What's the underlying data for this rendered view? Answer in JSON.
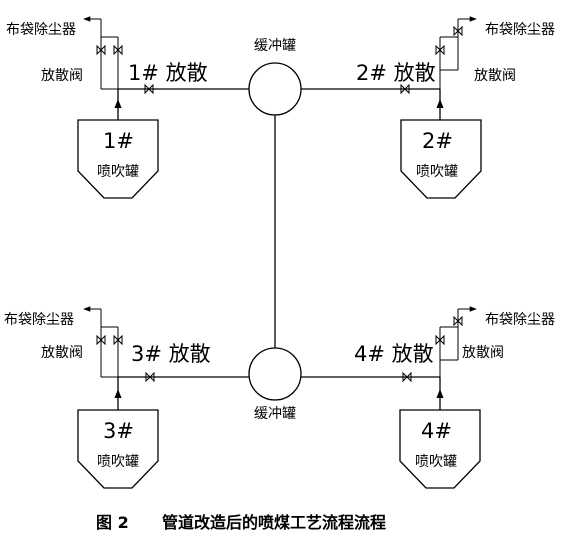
{
  "caption": {
    "figure_number": "图 2",
    "text": "管道改造后的喷煤工艺流程流程"
  },
  "buffer_tanks": [
    {
      "id": "top",
      "label": "缓冲罐"
    },
    {
      "id": "bottom",
      "label": "缓冲罐"
    }
  ],
  "injection_tanks": [
    {
      "id": "1",
      "number": "1#",
      "name": "喷吹罐",
      "vent_label": "1# 放散",
      "bag_filter": "布袋除尘器",
      "vent_valve": "放散阀"
    },
    {
      "id": "2",
      "number": "2#",
      "name": "喷吹罐",
      "vent_label": "2# 放散",
      "bag_filter": "布袋除尘器",
      "vent_valve": "放散阀"
    },
    {
      "id": "3",
      "number": "3#",
      "name": "喷吹罐",
      "vent_label": "3# 放散",
      "bag_filter": "布袋除尘器",
      "vent_valve": "放散阀"
    },
    {
      "id": "4",
      "number": "4#",
      "name": "喷吹罐",
      "vent_label": "4# 放散",
      "bag_filter": "布袋除尘器",
      "vent_valve": "放散阀"
    }
  ]
}
